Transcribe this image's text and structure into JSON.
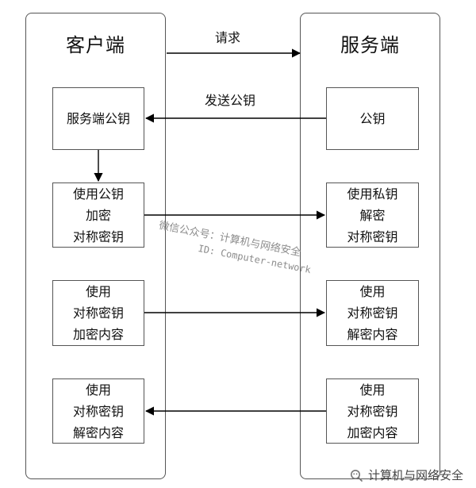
{
  "lanes": {
    "client": {
      "title": "客户端"
    },
    "server": {
      "title": "服务端"
    }
  },
  "arrows": {
    "request": "请求",
    "send_public_key": "发送公钥"
  },
  "client_boxes": {
    "server_public_key": "服务端公钥",
    "encrypt_symmetric_key": "使用公钥\n加密\n对称密钥",
    "encrypt_content": "使用\n对称密钥\n加密内容",
    "decrypt_content": "使用\n对称密钥\n解密内容"
  },
  "server_boxes": {
    "public_key": "公钥",
    "decrypt_symmetric_key": "使用私钥\n解密\n对称密钥",
    "decrypt_content": "使用\n对称密钥\n解密内容",
    "encrypt_content": "使用\n对称密钥\n加密内容"
  },
  "watermark": {
    "line1": "微信公众号：计算机与网络安全",
    "line2": "ID: Computer-network"
  },
  "footer": {
    "label": "计算机与网络安全",
    "icon": "wechat-search-icon"
  },
  "colors": {
    "line": "#555555",
    "arrow": "#000000",
    "watermark": "#8c8c8c"
  }
}
